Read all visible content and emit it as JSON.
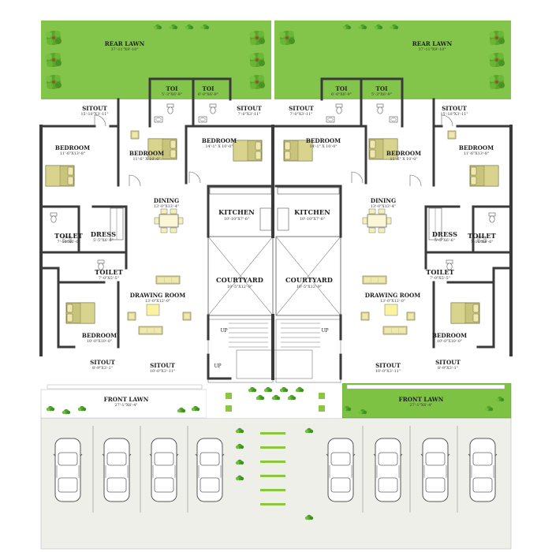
{
  "colors": {
    "lawn": "#7dc243",
    "lawn_light": "#b7dd8c",
    "floor": "#ffffff",
    "wall": "#3a3a3a",
    "parking": "#efefe9",
    "bed": "#c9c47c",
    "sofa": "#ddd79a",
    "step": "#8cc63e"
  },
  "unit_left": {
    "rear_lawn": {
      "name": "REAR LAWN",
      "dim": "37'-11\"X9'-10\""
    },
    "sitout_rear": {
      "name": "SITOUT",
      "dim": "15'-10\"X3'-11\""
    },
    "toi_1": {
      "name": "TOI",
      "dim": "5'-3\"X6'-9\""
    },
    "toi_2": {
      "name": "TOI",
      "dim": "6'-0\"X6'-9\""
    },
    "sitout_rear_2": {
      "name": "SITOUT",
      "dim": "7'-0\"X3'-11\""
    },
    "bedroom_1": {
      "name": "BEDROOM",
      "dim": "11'-6\"X13'-8\""
    },
    "bedroom_2": {
      "name": "BEDROOM",
      "dim": "11'-6\" X 10'-0\""
    },
    "bedroom_3": {
      "name": "BEDROOM",
      "dim": "14'-1\" X 10'-0\""
    },
    "dining": {
      "name": "DINING",
      "dim": "13'-0\"X13'-4\""
    },
    "kitchen": {
      "name": "KITCHEN",
      "dim": "10'-10\"X7'-6\""
    },
    "toilet_1": {
      "name": "TOILET",
      "dim": "7'-10\"X6'-6\""
    },
    "dress": {
      "name": "DRESS",
      "dim": "5'-5\"X6'-6\""
    },
    "toilet_2": {
      "name": "TOILET",
      "dim": "7'-0\"X5'-5\""
    },
    "courtyard": {
      "name": "COURTYARD",
      "dim": "10'-5\"X12'-9\""
    },
    "drawing_room": {
      "name": "DRAWING ROOM",
      "dim": "13'-0\"X12'-0\""
    },
    "bedroom_4": {
      "name": "BEDROOM",
      "dim": "10'-0\"X10'-0\""
    },
    "sitout_front_1": {
      "name": "SITOUT",
      "dim": "8'-9\"X3'-1\""
    },
    "sitout_front_2": {
      "name": "SITOUT",
      "dim": "10'-0\"X3'-11\""
    },
    "front_lawn": {
      "name": "FRONT LAWN",
      "dim": "27'-1\"X6'-4\""
    },
    "up_1": "UP",
    "up_2": "UP"
  },
  "unit_right": {
    "rear_lawn": {
      "name": "REAR LAWN",
      "dim": "37'-11\"X9'-10\""
    },
    "sitout_rear": {
      "name": "SITOUT",
      "dim": "7'-0\"X3'-11\""
    },
    "toi_1": {
      "name": "TOI",
      "dim": "6'-0\"X6'-9\""
    },
    "toi_2": {
      "name": "TOI",
      "dim": "5'-3\"X6'-9\""
    },
    "sitout_rear_2": {
      "name": "SITOUT",
      "dim": "15'-10\"X3'-11\""
    },
    "bedroom_1": {
      "name": "BEDROOM",
      "dim": "14'-1\" X 10'-0\""
    },
    "bedroom_2": {
      "name": "BEDROOM",
      "dim": "11'-6\" X 10'-0\""
    },
    "bedroom_3": {
      "name": "BEDROOM",
      "dim": "11'-6\"X13'-8\""
    },
    "dining": {
      "name": "DINING",
      "dim": "13'-0\"X13'-4\""
    },
    "kitchen": {
      "name": "KITCHEN",
      "dim": "10'-10\"X7'-6\""
    },
    "dress": {
      "name": "DRESS",
      "dim": "5'-5\"X6'-6\""
    },
    "toilet_1": {
      "name": "TOILET",
      "dim": "7'-10\"X6'-6\""
    },
    "toilet_2": {
      "name": "TOILET",
      "dim": "7'-0\"X5'-5\""
    },
    "courtyard": {
      "name": "COURTYARD",
      "dim": "10'-5\"X12'-9\""
    },
    "drawing_room": {
      "name": "DRAWING ROOM",
      "dim": "13'-0\"X12'-0\""
    },
    "bedroom_4": {
      "name": "BEDROOM",
      "dim": "10'-0\"X10'-0\""
    },
    "sitout_front_1": {
      "name": "SITOUT",
      "dim": "10'-0\"X3'-11\""
    },
    "sitout_front_2": {
      "name": "SITOUT",
      "dim": "8'-9\"X3'-1\""
    },
    "front_lawn": {
      "name": "FRONT LAWN",
      "dim": "27'-1\"X6'-4\""
    },
    "up_1": "UP"
  }
}
